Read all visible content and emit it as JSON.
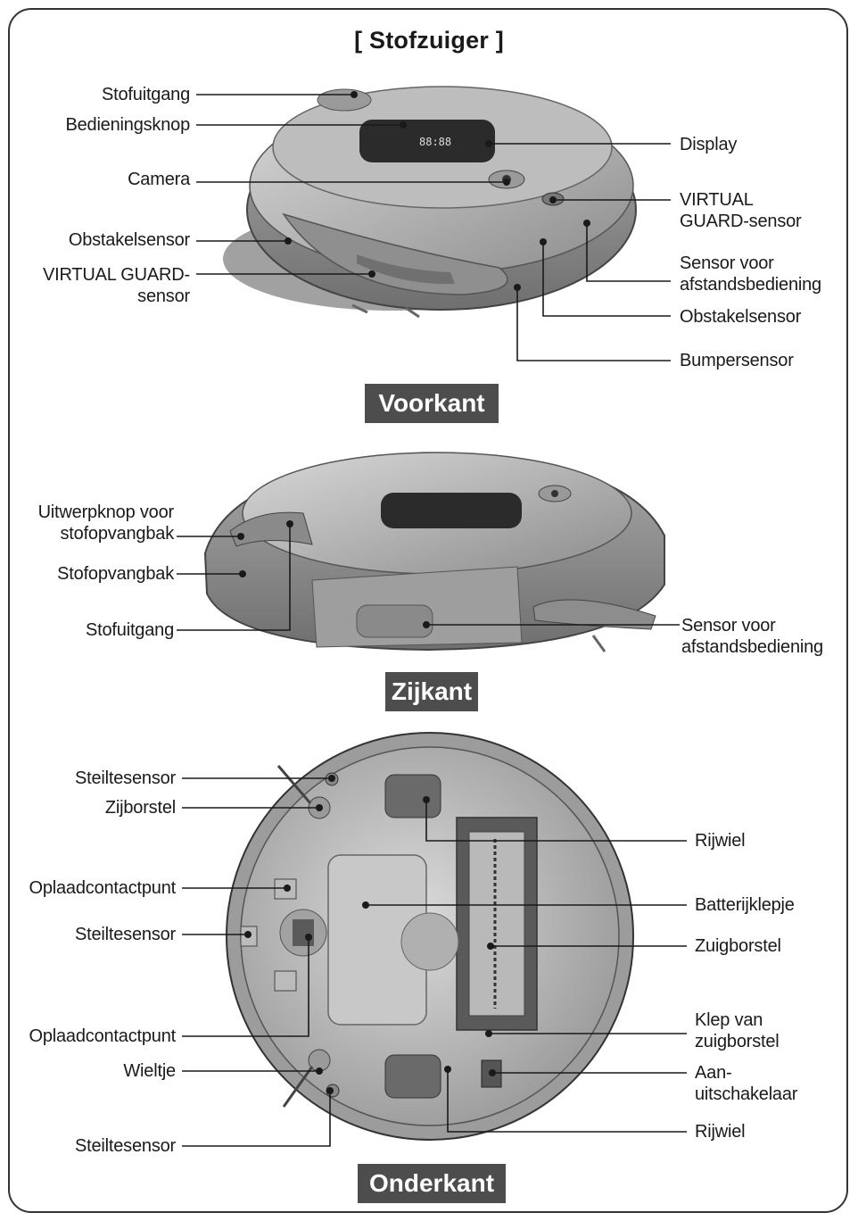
{
  "title": "[ Stofzuiger ]",
  "sections": {
    "front": "Voorkant",
    "side": "Zijkant",
    "bottom": "Onderkant"
  },
  "front": {
    "left": [
      {
        "id": "stofuitgang",
        "lines": [
          "Stofuitgang"
        ]
      },
      {
        "id": "bedieningsknop",
        "lines": [
          "Bedieningsknop"
        ]
      },
      {
        "id": "camera",
        "lines": [
          "Camera"
        ]
      },
      {
        "id": "obstakelsensor",
        "lines": [
          "Obstakelsensor"
        ]
      },
      {
        "id": "virtual-guard-sensor",
        "lines": [
          "VIRTUAL GUARD-",
          "sensor"
        ]
      }
    ],
    "right": [
      {
        "id": "display",
        "lines": [
          "Display"
        ]
      },
      {
        "id": "virtual-guard-sensor",
        "lines": [
          "VIRTUAL",
          "GUARD-sensor"
        ]
      },
      {
        "id": "afstandsbediening-sensor",
        "lines": [
          "Sensor voor",
          "afstandsbediening"
        ]
      },
      {
        "id": "obstakelsensor",
        "lines": [
          "Obstakelsensor"
        ]
      },
      {
        "id": "bumpersensor",
        "lines": [
          "Bumpersensor"
        ]
      }
    ]
  },
  "side": {
    "left": [
      {
        "id": "uitwerpknop",
        "lines": [
          "Uitwerpknop voor",
          "stofopvangbak"
        ]
      },
      {
        "id": "stofopvangbak",
        "lines": [
          "Stofopvangbak"
        ]
      },
      {
        "id": "stofuitgang",
        "lines": [
          "Stofuitgang"
        ]
      }
    ],
    "right": [
      {
        "id": "afstandsbediening-sensor",
        "lines": [
          "Sensor voor",
          "afstandsbediening"
        ]
      }
    ]
  },
  "bottom": {
    "left": [
      {
        "id": "steiltesensor",
        "lines": [
          "Steiltesensor"
        ]
      },
      {
        "id": "zijborstel",
        "lines": [
          "Zijborstel"
        ]
      },
      {
        "id": "oplaadcontactpunt",
        "lines": [
          "Oplaadcontactpunt"
        ]
      },
      {
        "id": "steiltesensor",
        "lines": [
          "Steiltesensor"
        ]
      },
      {
        "id": "oplaadcontactpunt",
        "lines": [
          "Oplaadcontactpunt"
        ]
      },
      {
        "id": "wieltje",
        "lines": [
          "Wieltje"
        ]
      },
      {
        "id": "steiltesensor",
        "lines": [
          "Steiltesensor"
        ]
      }
    ],
    "right": [
      {
        "id": "rijwiel",
        "lines": [
          "Rijwiel"
        ]
      },
      {
        "id": "batterijklepje",
        "lines": [
          "Batterijklepje"
        ]
      },
      {
        "id": "zuigborstel",
        "lines": [
          "Zuigborstel"
        ]
      },
      {
        "id": "klep-zuigborstel",
        "lines": [
          "Klep van",
          "zuigborstel"
        ]
      },
      {
        "id": "aan-uitschakelaar",
        "lines": [
          "Aan-",
          "uitschakelaar"
        ]
      },
      {
        "id": "rijwiel",
        "lines": [
          "Rijwiel"
        ]
      }
    ]
  },
  "colors": {
    "body_gray": "#a9a9a9",
    "dark_gray": "#6e6e6e",
    "label_bg": "#4d4d4d",
    "line": "#1a1a1a"
  }
}
